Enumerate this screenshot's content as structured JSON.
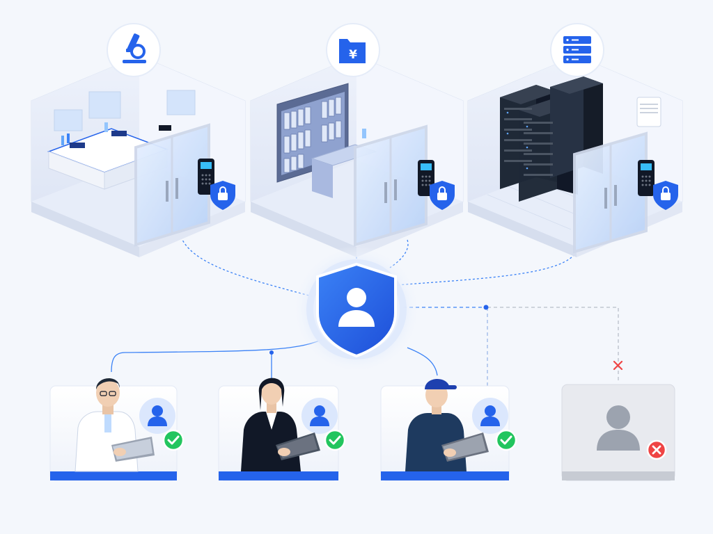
{
  "colors": {
    "background": "#f4f7fc",
    "accent": "#2563eb",
    "accent_dark": "#1d4ed8",
    "granted": "#22c55e",
    "denied": "#ef4444",
    "disabled": "#9ca3af",
    "rack": "#1f2937"
  },
  "rooms": [
    {
      "id": "laboratory",
      "icon": "microscope-icon",
      "door_lock": "lock-icon"
    },
    {
      "id": "finance-archive",
      "icon": "yen-folder-icon",
      "door_lock": "lock-icon"
    },
    {
      "id": "server-room",
      "icon": "server-icon",
      "door_lock": "lock-icon"
    }
  ],
  "access_controller": {
    "icon": "shield-user-icon"
  },
  "users": [
    {
      "id": "scientist",
      "role_icon": "user-icon",
      "status": "granted",
      "status_icon": "check-icon"
    },
    {
      "id": "office-worker",
      "role_icon": "user-icon",
      "status": "granted",
      "status_icon": "check-icon"
    },
    {
      "id": "technician",
      "role_icon": "user-icon",
      "status": "granted",
      "status_icon": "check-icon"
    },
    {
      "id": "unauthorized",
      "role_icon": "user-icon",
      "status": "denied",
      "status_icon": "x-icon"
    }
  ]
}
